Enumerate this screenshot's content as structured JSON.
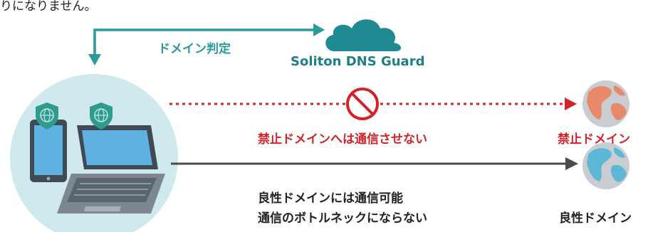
{
  "top_fragment": "りになりません。",
  "check_label": "ドメイン判定",
  "service_name": "Soliton DNS Guard",
  "blocked_text": "禁止ドメインへは通信させない",
  "blocked_domain": "禁止ドメイン",
  "good_text_1": "良性ドメインには通信可能",
  "good_text_2": "通信のボトルネックにならない",
  "good_domain": "良性ドメイン",
  "colors": {
    "teal": "#2a9a9a",
    "teal_dark": "#1f7f86",
    "red": "#d3232a",
    "gray": "#4a4a4a",
    "circle_bg": "#cfe9ec",
    "shield": "#2f9a8f",
    "globe_red": "#e8896a",
    "globe_blue": "#5cb8d6"
  }
}
